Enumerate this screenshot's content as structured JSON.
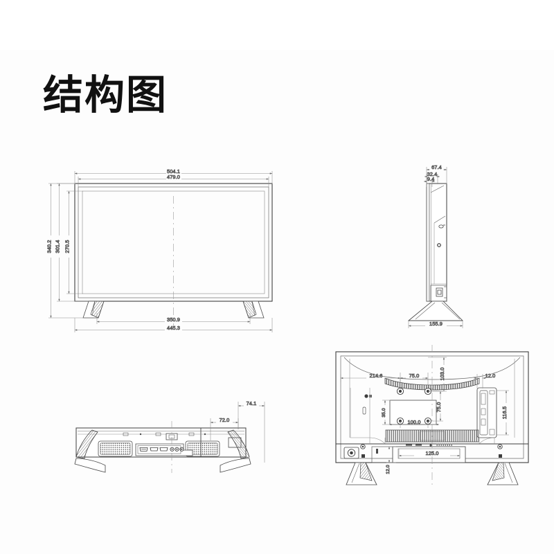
{
  "page": {
    "title": "结构图",
    "background_color": "#ffffff",
    "line_color": "#5a5a5a",
    "dim_text_color": "#4a4a4a"
  },
  "views": {
    "front": {
      "name": "front-view",
      "dimensions": {
        "outer_width": "504.1",
        "inner_width": "479.0",
        "overall_height": "340.2",
        "panel_height": "301.4",
        "screen_height": "270.5",
        "stand_inner_span": "350.9",
        "stand_outer_span": "445.3"
      }
    },
    "side": {
      "name": "side-view",
      "dimensions": {
        "depth_total": "67.4",
        "depth_mid": "32.4",
        "bezel_depth": "9.4",
        "stand_depth": "155.9"
      }
    },
    "bottom": {
      "name": "bottom-view",
      "dimensions": {
        "stand_foot_width": "74.1",
        "port_offset": "72.0"
      }
    },
    "rear": {
      "name": "rear-view",
      "dimensions": {
        "left_offset": "214.6",
        "vesa_horizontal": "75.0",
        "top_offset": "103.0",
        "edge_offset": "12.0",
        "recess_top": "35.0",
        "vesa_width": "100.0",
        "vesa_vertical": "75.0",
        "port_panel_height": "116.5",
        "base_width": "125.0",
        "base_height": "12.0"
      }
    }
  }
}
